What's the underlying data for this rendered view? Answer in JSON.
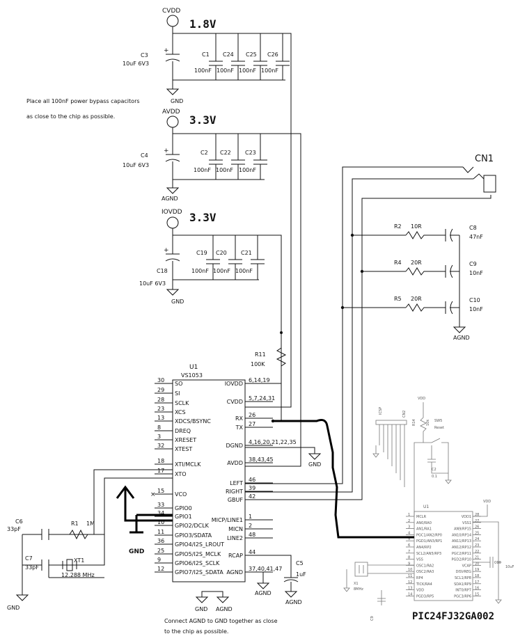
{
  "rails": [
    {
      "net": "CVDD",
      "voltage": "1.8V",
      "bulk": {
        "ref": "C3",
        "value": "10uF 6V3"
      },
      "caps": [
        {
          "ref": "C1",
          "value": "100nF"
        },
        {
          "ref": "C24",
          "value": "100nF"
        },
        {
          "ref": "C25",
          "value": "100nF"
        },
        {
          "ref": "C26",
          "value": "100nF"
        }
      ],
      "ground": "GND"
    },
    {
      "net": "AVDD",
      "voltage": "3.3V",
      "bulk": {
        "ref": "C4",
        "value": "10uF 6V3"
      },
      "caps": [
        {
          "ref": "C2",
          "value": "100nF"
        },
        {
          "ref": "C22",
          "value": "100nF"
        },
        {
          "ref": "C23",
          "value": "100nF"
        }
      ],
      "ground": "AGND"
    },
    {
      "net": "IOVDD",
      "voltage": "3.3V",
      "bulk": {
        "ref": "C18",
        "value": "10uF 6V3"
      },
      "caps": [
        {
          "ref": "C19",
          "value": "100nF"
        },
        {
          "ref": "C20",
          "value": "100nF"
        },
        {
          "ref": "C21",
          "value": "100nF"
        }
      ],
      "ground": "GND"
    }
  ],
  "notes": {
    "bypass": [
      "Place all 100nF power bypass capacitors",
      "as close to the chip as possible."
    ],
    "agnd": [
      "Connect AGND to GND together as close",
      "to the chip as possible."
    ]
  },
  "u1": {
    "ref": "U1",
    "part": "VS1053",
    "left_pins": [
      {
        "num": "30",
        "name": "SO"
      },
      {
        "num": "29",
        "name": "SI"
      },
      {
        "num": "28",
        "name": "SCLK"
      },
      {
        "num": "23",
        "name": "XCS"
      },
      {
        "num": "13",
        "name": "XDCS/BSYNC"
      },
      {
        "num": "8",
        "name": "DREQ"
      },
      {
        "num": "3",
        "name": "XRESET"
      },
      {
        "num": "32",
        "name": "XTEST"
      },
      {
        "num": "18",
        "name": "XTI/MCLK"
      },
      {
        "num": "17",
        "name": "XTO"
      },
      {
        "num": "15",
        "name": "VCO"
      },
      {
        "num": "33",
        "name": "GPIO0"
      },
      {
        "num": "34",
        "name": "GPIO1"
      },
      {
        "num": "10",
        "name": "GPIO2/DCLK"
      },
      {
        "num": "11",
        "name": "GPIO3/SDATA"
      },
      {
        "num": "36",
        "name": "GPIO4/I2S_LROUT"
      },
      {
        "num": "25",
        "name": "GPIO5/I2S_MCLK"
      },
      {
        "num": "9",
        "name": "GPIO6/I2S_SCLK"
      },
      {
        "num": "12",
        "name": "GPIO7/I2S_SDATA"
      }
    ],
    "right_pins": [
      {
        "num": "6,14,19",
        "name": "IOVDD"
      },
      {
        "num": "5,7,24,31",
        "name": "CVDD"
      },
      {
        "num": "26",
        "name": "RX"
      },
      {
        "num": "27",
        "name": "TX"
      },
      {
        "num": "4,16,20,21,22,35",
        "name": "DGND"
      },
      {
        "num": "38,43,45",
        "name": "AVDD"
      },
      {
        "num": "46",
        "name": "LEFT"
      },
      {
        "num": "39",
        "name": "RIGHT"
      },
      {
        "num": "42",
        "name": "GBUF"
      },
      {
        "num": "1",
        "name": "MICP/LINE1"
      },
      {
        "num": "2",
        "name": "MICN"
      },
      {
        "num": "48",
        "name": "LINE2"
      },
      {
        "num": "44",
        "name": "RCAP"
      },
      {
        "num": "37,40,41,47",
        "name": "AGND"
      }
    ],
    "vco_nc": "×"
  },
  "r11": {
    "ref": "R11",
    "value": "100K"
  },
  "c5": {
    "ref": "C5",
    "value": "1uF"
  },
  "crystal": {
    "c6": {
      "ref": "C6",
      "value": "33pF"
    },
    "c7": {
      "ref": "C7",
      "value": "33pF"
    },
    "r1": {
      "ref": "R1",
      "value": "1M"
    },
    "xt1": {
      "ref": "XT1",
      "value": "12.288 MHz"
    }
  },
  "gpio_ground": "GND",
  "connector": {
    "ref": "CN1"
  },
  "filter": [
    {
      "r_ref": "R2",
      "r_value": "10R",
      "c_ref": "C8",
      "c_value": "47nF"
    },
    {
      "r_ref": "R4",
      "r_value": "20R",
      "c_ref": "C9",
      "c_value": "10nF"
    },
    {
      "r_ref": "R5",
      "r_value": "20R",
      "c_ref": "C10",
      "c_value": "10nF"
    }
  ],
  "labels": {
    "gnd": "GND",
    "agnd": "AGND",
    "plus": "+"
  },
  "pic": {
    "part": "PIC24FJ32GA002",
    "ref": "U1",
    "header_labels": [
      "ICSP",
      "CN2"
    ],
    "top": {
      "vdd": "VDD",
      "r14": "R14",
      "r14_value": "10k",
      "sw": "SW5",
      "sw_label": "Reset",
      "c2": "C2",
      "c2_value": "0.1"
    },
    "left_pins": [
      {
        "num": "1",
        "name": "MCLR"
      },
      {
        "num": "2",
        "name": "AN0/RA0"
      },
      {
        "num": "3",
        "name": "AN1/RA1"
      },
      {
        "num": "4",
        "name": "PGC1/AN2/RP0"
      },
      {
        "num": "5",
        "name": "PGD1/AN3/RP1"
      },
      {
        "num": "6",
        "name": "AN4/RP2"
      },
      {
        "num": "7",
        "name": "SCL2/AN5/RP3"
      },
      {
        "num": "8",
        "name": "VSS"
      },
      {
        "num": "9",
        "name": "OSC1/RA2"
      },
      {
        "num": "10",
        "name": "OSC2/RA3"
      },
      {
        "num": "11",
        "name": "RP4"
      },
      {
        "num": "12",
        "name": "TICK/RA4"
      },
      {
        "num": "13",
        "name": "VDD"
      },
      {
        "num": "14",
        "name": "PGD3/RP5"
      }
    ],
    "right_pins": [
      {
        "num": "28",
        "name": "VDD1"
      },
      {
        "num": "27",
        "name": "VSS1"
      },
      {
        "num": "26",
        "name": "AN9/RP15"
      },
      {
        "num": "25",
        "name": "AN10/RP14"
      },
      {
        "num": "24",
        "name": "AN11/RP13"
      },
      {
        "num": "23",
        "name": "AN12/RP12"
      },
      {
        "num": "22",
        "name": "PGC2/RP11"
      },
      {
        "num": "21",
        "name": "PGD2/RP10"
      },
      {
        "num": "20",
        "name": "VCAP"
      },
      {
        "num": "19",
        "name": "DISVREG"
      },
      {
        "num": "18",
        "name": "SCL1/RP8"
      },
      {
        "num": "17",
        "name": "SDA1/RP9"
      },
      {
        "num": "16",
        "name": "INT0/RP7"
      },
      {
        "num": "15",
        "name": "PGC3/RP6"
      }
    ],
    "crystal": {
      "ref": "X1",
      "value": "8MHz"
    },
    "c9": "C9",
    "vdd_right": "VDD",
    "c10": {
      "ref": "C10",
      "value": "10uF"
    }
  }
}
